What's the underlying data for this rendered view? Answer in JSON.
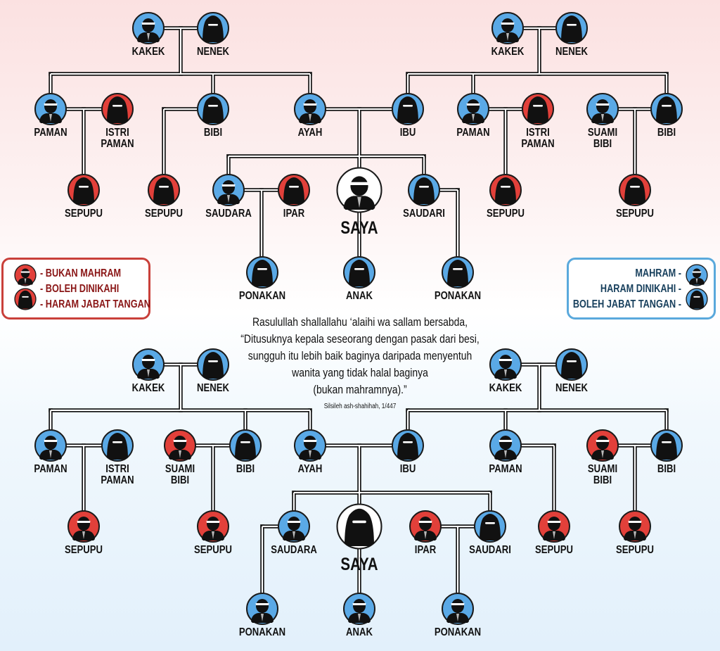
{
  "colors": {
    "mahram": "#5aa9e6",
    "bukan": "#e2403a",
    "self": "#ffffff",
    "outline": "#1a1a1a"
  },
  "legend_left": {
    "items": [
      "- BUKAN MAHRAM",
      "- BOLEH DINIKAHI",
      "- HARAM JABAT TANGAN"
    ],
    "icons": [
      "male-icon",
      "female-icon"
    ],
    "status": "bukan"
  },
  "legend_right": {
    "items": [
      "MAHRAM -",
      "HARAM DINIKAHI -",
      "BOLEH JABAT TANGAN -"
    ],
    "icons": [
      "male-icon",
      "female-icon"
    ],
    "status": "mahram"
  },
  "quote": {
    "intro": "Rasulullah shallallahu ‘alaihi wa sallam bersabda,",
    "lines": [
      "“Ditusuknya kepala seseorang dengan pasak dari besi,",
      "sungguh itu lebih baik baginya daripada menyentuh",
      "wanita yang tidak halal baginya",
      "(bukan mahramnya).”"
    ],
    "source": "Silsileh ash-shahihah, 1/447"
  },
  "trees": [
    {
      "viewer": "male",
      "nodes": [
        {
          "label": "KAKEK",
          "kind": "male",
          "status": "mahram"
        },
        {
          "label": "NENEK",
          "kind": "female",
          "status": "mahram"
        },
        {
          "label": "KAKEK",
          "kind": "male",
          "status": "mahram"
        },
        {
          "label": "NENEK",
          "kind": "female",
          "status": "mahram"
        },
        {
          "label": "PAMAN",
          "kind": "male",
          "status": "mahram"
        },
        {
          "label": "ISTRI\nPAMAN",
          "kind": "female",
          "status": "bukan"
        },
        {
          "label": "BIBI",
          "kind": "female",
          "status": "mahram"
        },
        {
          "label": "AYAH",
          "kind": "male",
          "status": "mahram"
        },
        {
          "label": "IBU",
          "kind": "female",
          "status": "mahram"
        },
        {
          "label": "PAMAN",
          "kind": "male",
          "status": "mahram"
        },
        {
          "label": "ISTRI\nPAMAN",
          "kind": "female",
          "status": "bukan"
        },
        {
          "label": "SUAMI\nBIBI",
          "kind": "male",
          "status": "mahram"
        },
        {
          "label": "BIBI",
          "kind": "female",
          "status": "mahram"
        },
        {
          "label": "SEPUPU",
          "kind": "female",
          "status": "bukan"
        },
        {
          "label": "SEPUPU",
          "kind": "female",
          "status": "bukan"
        },
        {
          "label": "SAUDARA",
          "kind": "male",
          "status": "mahram"
        },
        {
          "label": "IPAR",
          "kind": "female",
          "status": "bukan"
        },
        {
          "label": "SAYA",
          "kind": "male",
          "status": "self"
        },
        {
          "label": "SAUDARI",
          "kind": "female",
          "status": "mahram"
        },
        {
          "label": "SEPUPU",
          "kind": "female",
          "status": "bukan"
        },
        {
          "label": "SEPUPU",
          "kind": "female",
          "status": "bukan"
        },
        {
          "label": "PONAKAN",
          "kind": "female",
          "status": "mahram"
        },
        {
          "label": "ANAK",
          "kind": "female",
          "status": "mahram"
        },
        {
          "label": "PONAKAN",
          "kind": "female",
          "status": "mahram"
        }
      ]
    },
    {
      "viewer": "female",
      "nodes": [
        {
          "label": "KAKEK",
          "kind": "male",
          "status": "mahram"
        },
        {
          "label": "NENEK",
          "kind": "female",
          "status": "mahram"
        },
        {
          "label": "KAKEK",
          "kind": "male",
          "status": "mahram"
        },
        {
          "label": "NENEK",
          "kind": "female",
          "status": "mahram"
        },
        {
          "label": "PAMAN",
          "kind": "male",
          "status": "mahram"
        },
        {
          "label": "ISTRI\nPAMAN",
          "kind": "female",
          "status": "mahram"
        },
        {
          "label": "SUAMI\nBIBI",
          "kind": "male",
          "status": "bukan"
        },
        {
          "label": "BIBI",
          "kind": "female",
          "status": "mahram"
        },
        {
          "label": "AYAH",
          "kind": "male",
          "status": "mahram"
        },
        {
          "label": "IBU",
          "kind": "female",
          "status": "mahram"
        },
        {
          "label": "PAMAN",
          "kind": "male",
          "status": "mahram"
        },
        {
          "label": "SUAMI\nBIBI",
          "kind": "male",
          "status": "bukan"
        },
        {
          "label": "BIBI",
          "kind": "female",
          "status": "mahram"
        },
        {
          "label": "SEPUPU",
          "kind": "male",
          "status": "bukan"
        },
        {
          "label": "SEPUPU",
          "kind": "male",
          "status": "bukan"
        },
        {
          "label": "SAUDARA",
          "kind": "male",
          "status": "mahram"
        },
        {
          "label": "SAYA",
          "kind": "female",
          "status": "self"
        },
        {
          "label": "IPAR",
          "kind": "male",
          "status": "bukan"
        },
        {
          "label": "SAUDARI",
          "kind": "female",
          "status": "mahram"
        },
        {
          "label": "SEPUPU",
          "kind": "male",
          "status": "bukan"
        },
        {
          "label": "SEPUPU",
          "kind": "male",
          "status": "bukan"
        },
        {
          "label": "PONAKAN",
          "kind": "male",
          "status": "mahram"
        },
        {
          "label": "ANAK",
          "kind": "male",
          "status": "mahram"
        },
        {
          "label": "PONAKAN",
          "kind": "male",
          "status": "mahram"
        }
      ]
    }
  ]
}
